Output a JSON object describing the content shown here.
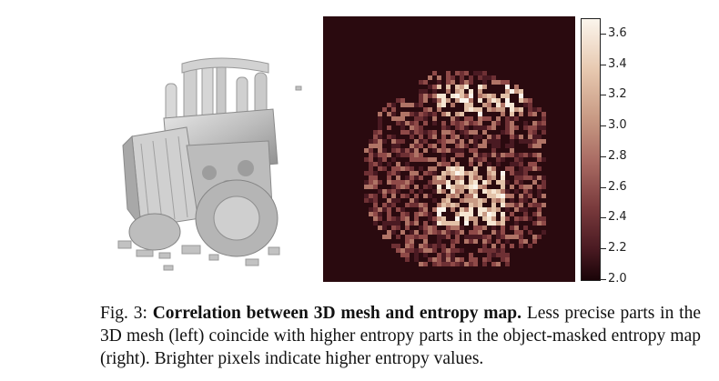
{
  "figure": {
    "colorbar": {
      "ticks": [
        "3.6",
        "3.4",
        "3.2",
        "3.0",
        "2.8",
        "2.6",
        "2.4",
        "2.2",
        "2.0"
      ],
      "min": 2.0,
      "max": 3.7,
      "colors": [
        "#1a0408",
        "#7a3b3d",
        "#c89a84",
        "#fbf5ec"
      ]
    }
  },
  "caption": {
    "label": "Fig. 3:",
    "title": "Correlation between 3D mesh and entropy map.",
    "text": "Less precise parts in the 3D mesh (left) coincide with higher entropy parts in the object-masked entropy map (right). Brighter pixels indicate higher entropy values."
  }
}
